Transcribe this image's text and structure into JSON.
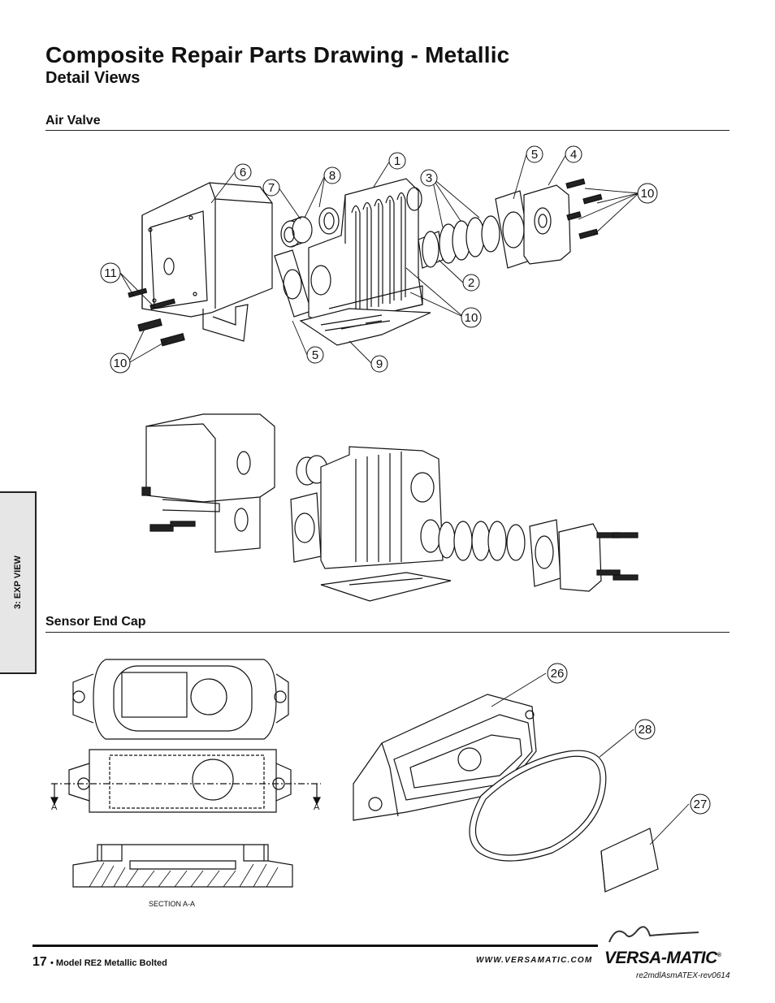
{
  "header": {
    "title": "Composite Repair Parts Drawing - Metallic",
    "subtitle": "Detail Views"
  },
  "sections": {
    "air_valve": "Air Valve",
    "sensor_end_cap": "Sensor End Cap"
  },
  "side_tab": {
    "label": "3: EXP VIEW"
  },
  "callouts": {
    "c1": "1",
    "c2": "2",
    "c3": "3",
    "c4": "4",
    "c5a": "5",
    "c5b": "5",
    "c6": "6",
    "c7": "7",
    "c8": "8",
    "c9": "9",
    "c10a": "10",
    "c10b": "10",
    "c10c": "10",
    "c11": "11",
    "c26": "26",
    "c27": "27",
    "c28": "28"
  },
  "drawing_labels": {
    "section_aa": "SECTION A-A",
    "a_left": "A",
    "a_right": "A"
  },
  "footer": {
    "page_number": "17",
    "page_label": "• Model RE2 Metallic Bolted",
    "website": "WWW.VERSAMATIC.COM",
    "brand": "VERSA-MATIC",
    "brand_mark": "®",
    "doc_id": "re2mdlAsmATEX-rev0614"
  }
}
